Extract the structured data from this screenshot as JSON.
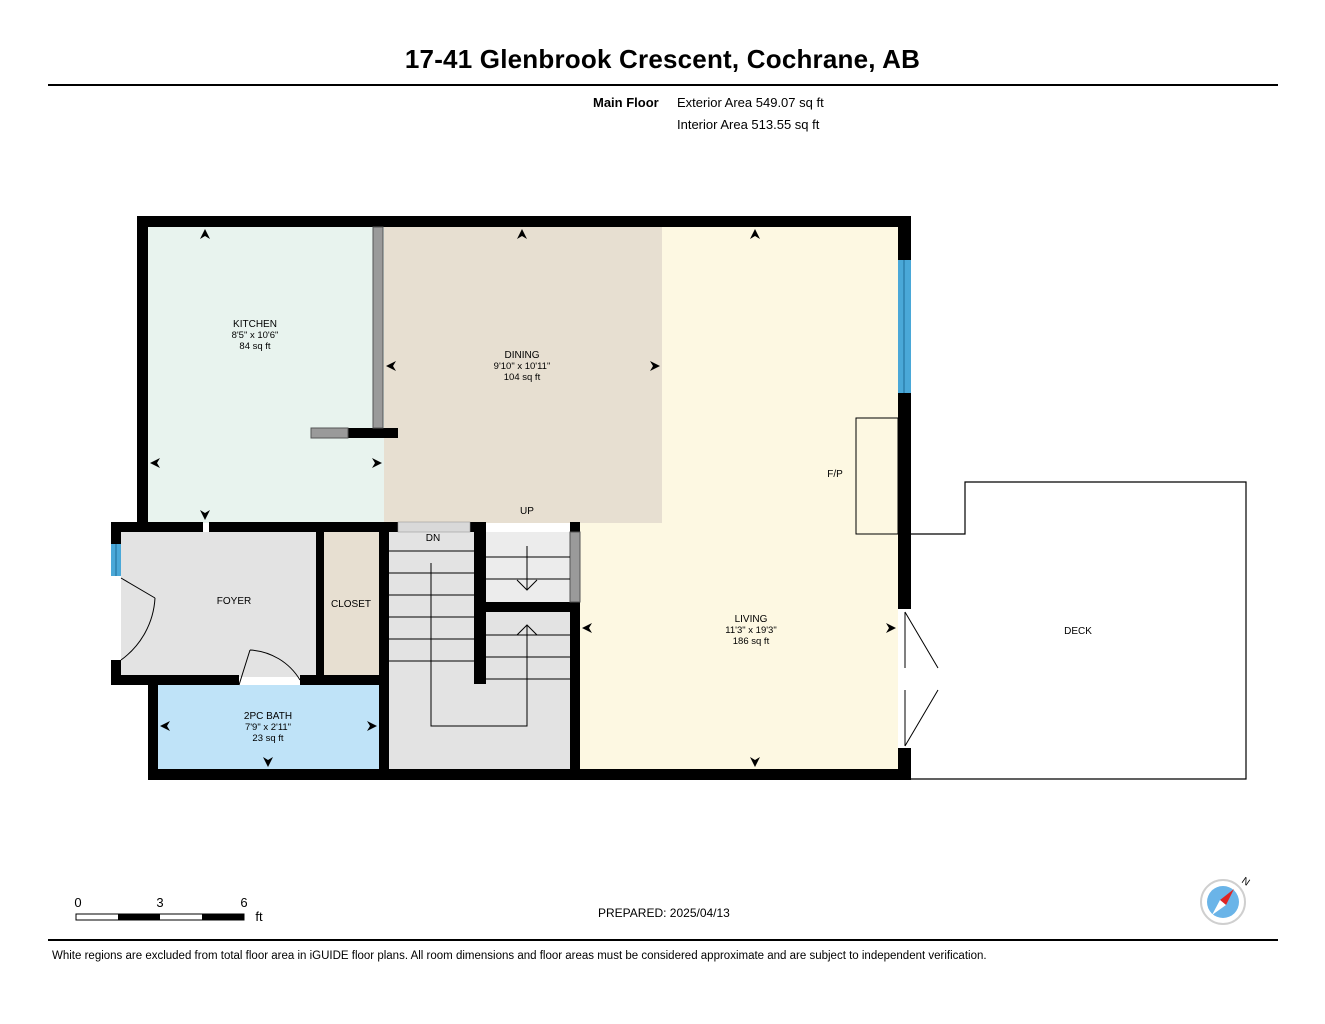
{
  "header": {
    "title": "17-41 Glenbrook Crescent, Cochrane, AB",
    "floor_name": "Main Floor",
    "exterior_area": "Exterior Area 549.07 sq ft",
    "interior_area": "Interior Area 513.55 sq ft"
  },
  "rooms": {
    "kitchen": {
      "name": "KITCHEN",
      "dims": "8'5\" x 10'6\"",
      "area": "84 sq ft"
    },
    "dining": {
      "name": "DINING",
      "dims": "9'10\" x 10'11\"",
      "area": "104 sq ft"
    },
    "living": {
      "name": "LIVING",
      "dims": "11'3\" x 19'3\"",
      "area": "186 sq ft"
    },
    "foyer": {
      "name": "FOYER"
    },
    "closet": {
      "name": "CLOSET"
    },
    "bath": {
      "name": "2PC BATH",
      "dims": "7'9\" x 2'11\"",
      "area": "23 sq ft"
    },
    "deck": {
      "name": "DECK"
    },
    "fireplace": {
      "name": "F/P"
    }
  },
  "stairs": {
    "up_label": "UP",
    "down_label": "DN"
  },
  "scale_bar": {
    "labels": [
      "0",
      "3",
      "6"
    ],
    "unit": "ft"
  },
  "footer": {
    "prepared": "PREPARED: 2025/04/13",
    "disclaimer": "White regions are excluded from total floor area in iGUIDE floor plans. All room dimensions and floor areas must be considered approximate and are subject to independent verification."
  },
  "compass": {
    "north_label": "N",
    "needle_color": "#e02424",
    "ring_color": "#6ab4e8"
  },
  "colors": {
    "kitchen": "#e8f3ee",
    "dining": "#e7dfd1",
    "living": "#fdf8e2",
    "foyer": "#e3e3e3",
    "closet": "#e7dfd1",
    "bath": "#bfe3f8",
    "stair_hall": "#e3e3e3",
    "window": "#4aa8d8",
    "wall": "#000000"
  }
}
